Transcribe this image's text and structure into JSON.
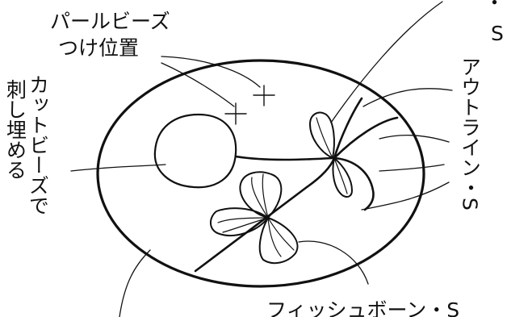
{
  "labels": {
    "pearl_line1": "パールビーズ",
    "pearl_line2": "つけ位置",
    "cut_col1": "カットビーズで",
    "cut_col2": "刺し埋める",
    "outline": "アウトライン・S",
    "fishbone": "フィッシュボーン・S",
    "top_right_dot": "・",
    "top_right_s": "S"
  },
  "colors": {
    "ink": "#111111",
    "background": "#ffffff"
  }
}
